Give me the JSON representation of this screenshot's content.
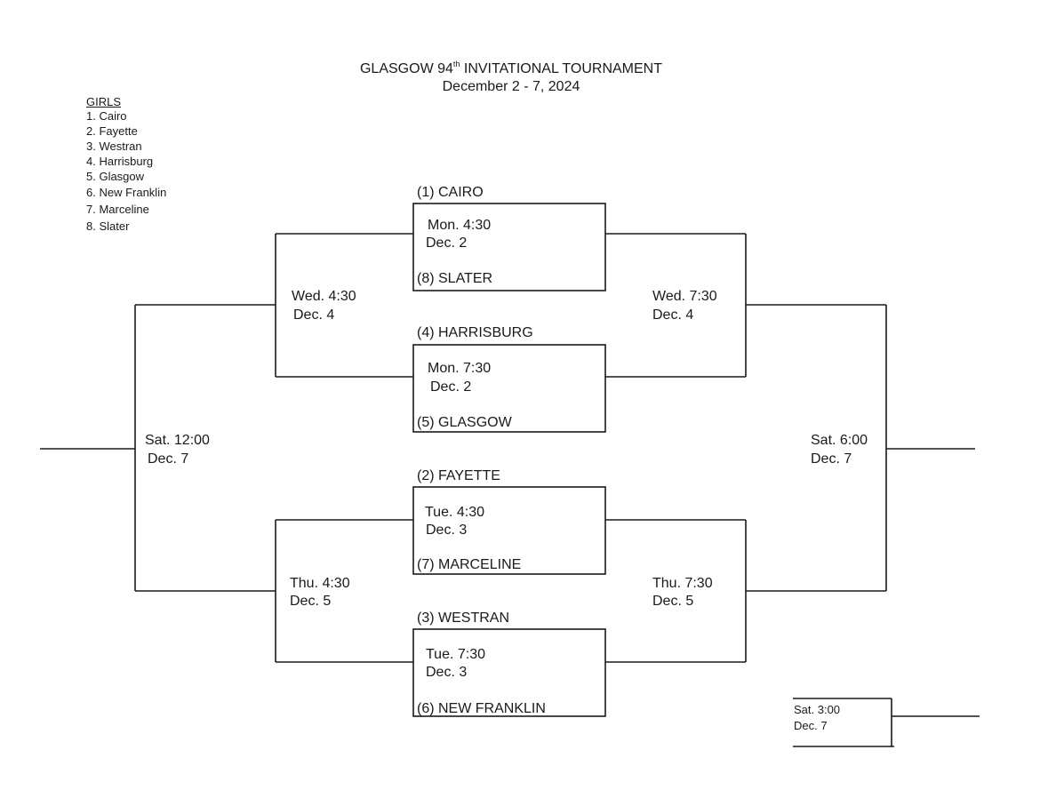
{
  "title": {
    "line1_pre": "GLASGOW 94",
    "line1_sup": "th",
    "line1_post": " INVITATIONAL TOURNAMENT",
    "dates": "December 2 - 7, 2024"
  },
  "legend": {
    "heading": "GIRLS",
    "seeds": [
      "1.  Cairo",
      "2.  Fayette",
      "3.  Westran",
      "4.  Harrisburg",
      "5.  Glasgow",
      "6.  New Franklin",
      "7.  Marceline",
      "8.  Slater"
    ]
  },
  "first_round": [
    {
      "top_team": "(1)  CAIRO",
      "bottom_team": "(8)  SLATER",
      "day_time": "Mon. 4:30",
      "date": "Dec. 2"
    },
    {
      "top_team": "(4)  HARRISBURG",
      "bottom_team": "(5)  GLASGOW",
      "day_time": "Mon. 7:30",
      "date": "Dec. 2"
    },
    {
      "top_team": "(2)  FAYETTE",
      "bottom_team": "(7)  MARCELINE",
      "day_time": "Tue. 4:30",
      "date": "Dec. 3"
    },
    {
      "top_team": "(3)  WESTRAN",
      "bottom_team": "(6)  NEW FRANKLIN",
      "day_time": "Tue. 7:30",
      "date": "Dec. 3"
    }
  ],
  "consolation": {
    "upper": {
      "day_time": "Wed. 4:30",
      "date": "Dec. 4"
    },
    "lower": {
      "day_time": "Thu. 4:30",
      "date": "Dec. 5"
    },
    "final": {
      "day_time": "Sat. 12:00",
      "date": "Dec. 7"
    }
  },
  "championship": {
    "upper": {
      "day_time": "Wed. 7:30",
      "date": "Dec. 4"
    },
    "lower": {
      "day_time": "Thu. 7:30",
      "date": "Dec. 5"
    },
    "final": {
      "day_time": "Sat. 6:00",
      "date": "Dec. 7"
    }
  },
  "third_place": {
    "day_time": "Sat. 3:00",
    "date": "Dec. 7"
  }
}
